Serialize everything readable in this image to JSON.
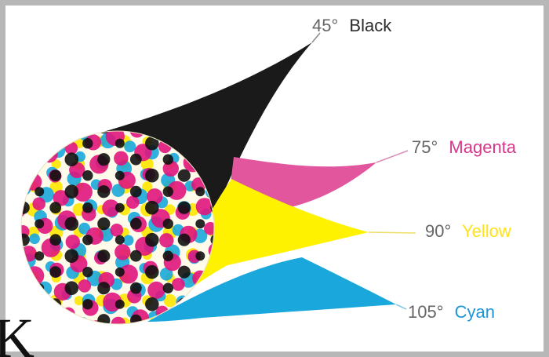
{
  "figure": {
    "frame_color": "#b7b7b7",
    "background": "#ffffff",
    "stray_glyph": "K"
  },
  "channels": [
    {
      "angle": "45°",
      "name": "Black",
      "color": "#1a1a1a",
      "label_color": "#2b2b2b"
    },
    {
      "angle": "75°",
      "name": "Magenta",
      "color": "#e2569e",
      "label_color": "#d8368a"
    },
    {
      "angle": "90°",
      "name": "Yellow",
      "color": "#fff200",
      "label_color": "#ffe21a"
    },
    {
      "angle": "105°",
      "name": "Cyan",
      "color": "#1aa7dc",
      "label_color": "#1d96d6"
    }
  ],
  "angle_color": "#666666",
  "dot_colors": {
    "cyan": "#1aa7dc",
    "magenta": "#e0157d",
    "yellow": "#ffe600",
    "black": "#111111"
  }
}
